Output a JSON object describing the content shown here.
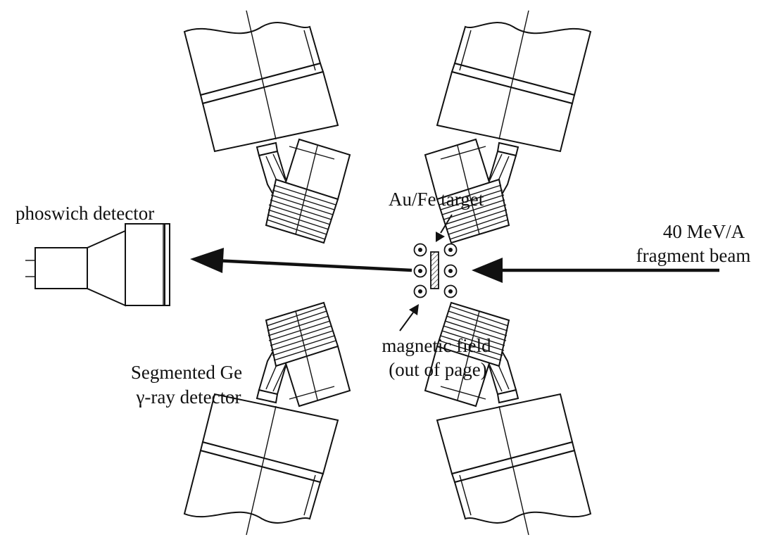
{
  "labels": {
    "phoswich": "phoswich detector",
    "target": "Au/Fe target",
    "beam_line1": "40 MeV/A",
    "beam_line2": "fragment beam",
    "field_line1": "magnetic field",
    "field_line2": "(out of page)",
    "ge_line1": "Segmented Ge",
    "ge_line2": "γ-ray detector"
  },
  "colors": {
    "ink": "#111111",
    "background": "#ffffff"
  }
}
